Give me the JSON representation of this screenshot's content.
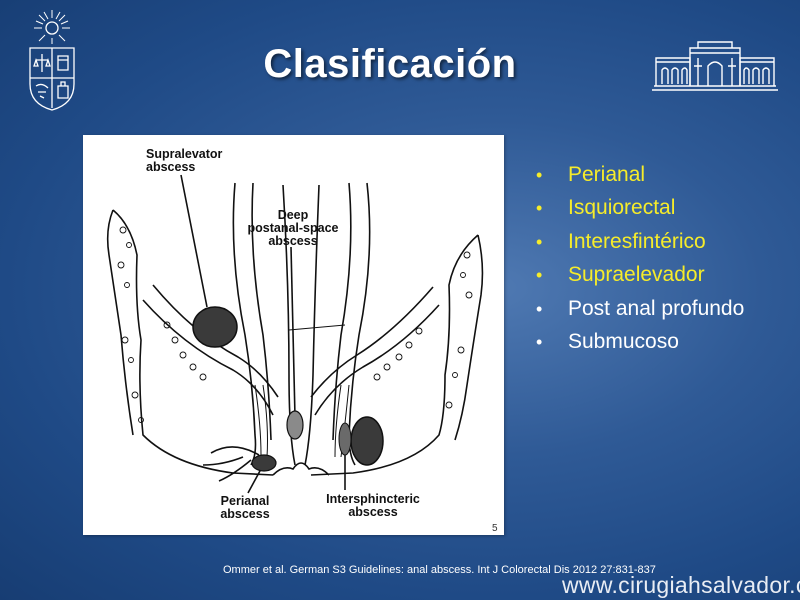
{
  "slide": {
    "title": "Clasificación",
    "bullets": [
      {
        "text": "Perianal",
        "color": "#f6ec2a"
      },
      {
        "text": "Isquiorectal",
        "color": "#f6ec2a"
      },
      {
        "text": "Interesfintérico",
        "color": "#f6ec2a"
      },
      {
        "text": "Supraelevador",
        "color": "#f6ec2a"
      },
      {
        "text": "Post anal profundo",
        "color": "#ffffff"
      },
      {
        "text": "Submucoso",
        "color": "#ffffff"
      }
    ],
    "bullet_symbol": "•",
    "citation": "Ommer et al. German S3 Guidelines: anal abscess. Int J Colorectal Dis 2012 27:831-837",
    "website": "www.cirugiahsalvador.cl"
  },
  "figure": {
    "labels": {
      "supralevator": "Supralevator\nabscess",
      "deep_postanal": "Deep\npostanal-space\nabscess",
      "perianal": "Perianal\nabscess",
      "intersphincteric": "Intersphincteric\nabscess"
    },
    "corner_mark": "5"
  },
  "logos": {
    "left": "university-seal-logo",
    "right": "hospital-building-logo"
  },
  "colors": {
    "background": "#2f5a96",
    "title": "#ffffff",
    "bullet_highlight": "#f6ec2a",
    "bullet_normal": "#ffffff"
  }
}
